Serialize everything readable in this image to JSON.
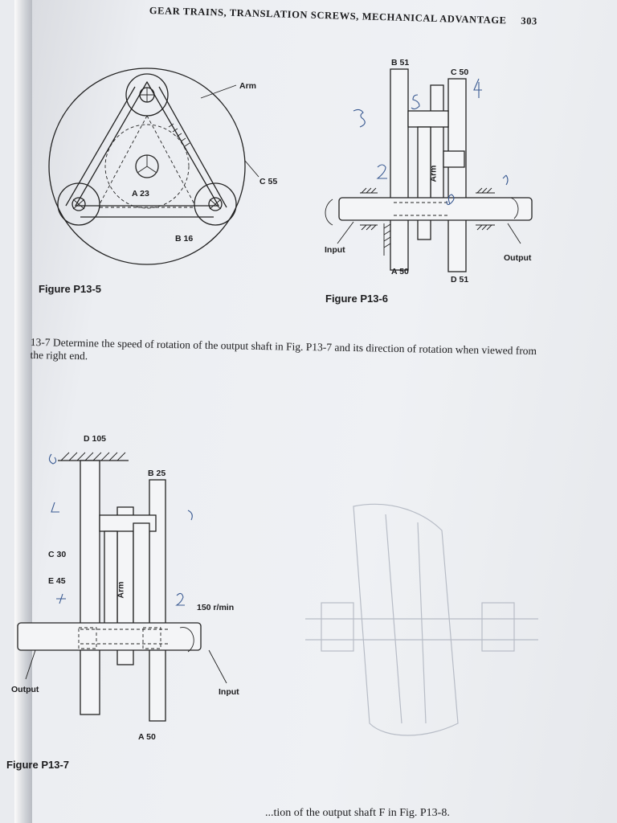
{
  "header": {
    "title": "GEAR TRAINS, TRANSLATION SCREWS, MECHANICAL ADVANTAGE",
    "page_number": "303"
  },
  "figure_p13_5": {
    "caption": "Figure P13-5",
    "labels": {
      "arm": "Arm",
      "c": "C 55",
      "a": "A 23",
      "b": "B 16"
    }
  },
  "figure_p13_6": {
    "caption": "Figure P13-6",
    "labels": {
      "b": "B 51",
      "c": "C 50",
      "arm": "Arm",
      "input": "Input",
      "output": "Output",
      "a": "A 50",
      "d": "D 51"
    }
  },
  "problem_13_7": {
    "number": "13-7",
    "text": "Determine the speed of rotation of the output shaft in Fig. P13-7 and its direction of rotation when viewed from the right end."
  },
  "figure_p13_7": {
    "caption": "Figure P13-7",
    "labels": {
      "d": "D 105",
      "b": "B 25",
      "c": "C 30",
      "e": "E 45",
      "arm": "Arm",
      "speed": "150 r/min",
      "output": "Output",
      "input": "Input",
      "a": "A 50"
    }
  },
  "bottom_text": "...tion of the output shaft F in Fig. P13-8.",
  "handwritten_notes": [
    "3",
    "5",
    "2",
    "4",
    "6"
  ]
}
